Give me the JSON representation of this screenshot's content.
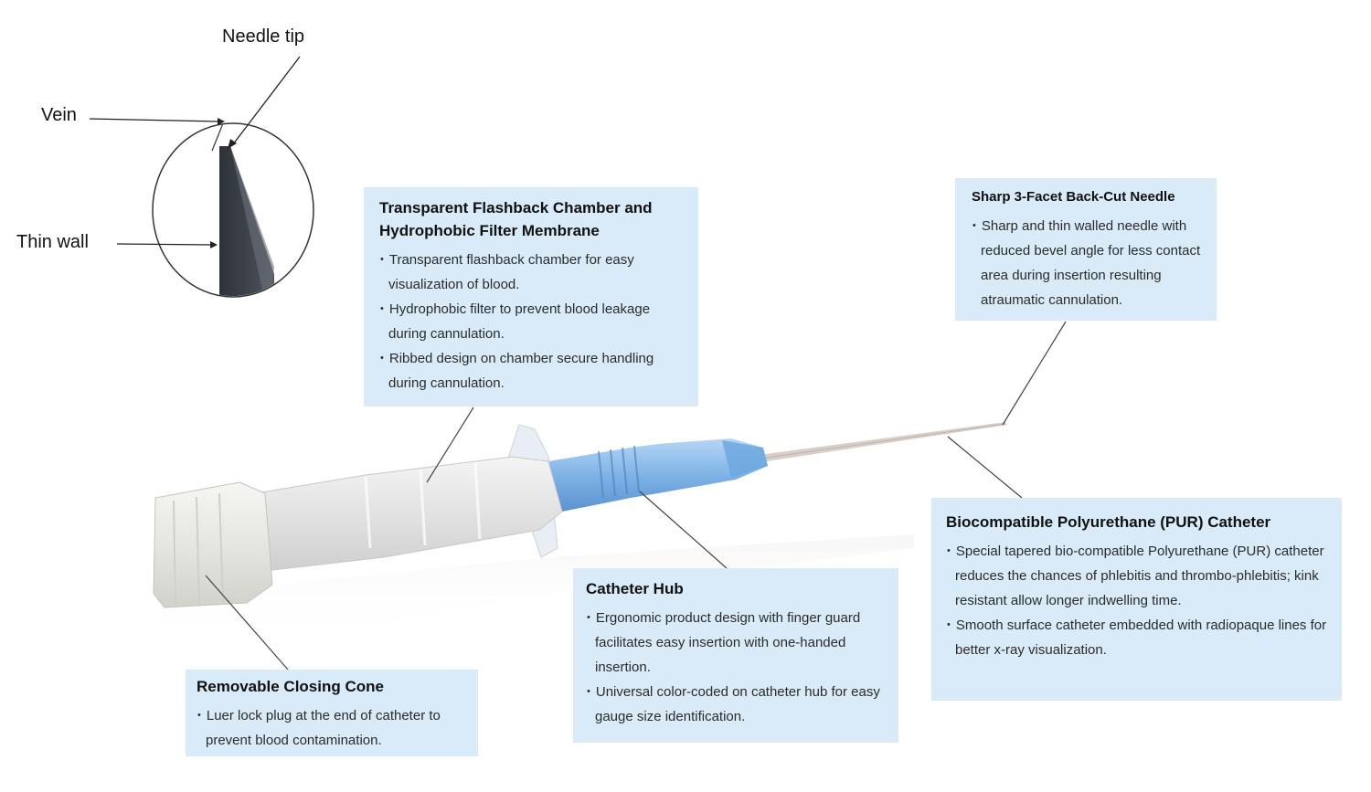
{
  "inset": {
    "needle_tip": "Needle tip",
    "vein": "Vein",
    "thin_wall": "Thin wall"
  },
  "callouts": {
    "flashback": {
      "title": "Transparent Flashback Chamber and Hydrophobic Filter Membrane",
      "items": [
        "Transparent flashback chamber for easy visualization of blood.",
        "Hydrophobic filter to prevent blood leakage during cannulation.",
        "Ribbed design on chamber secure handling during cannulation."
      ]
    },
    "needle": {
      "title": "Sharp 3-Facet Back-Cut Needle",
      "items": [
        "Sharp and thin walled needle with reduced bevel angle for less contact area during insertion resulting atraumatic cannulation."
      ]
    },
    "catheter": {
      "title": "Biocompatible Polyurethane (PUR) Catheter",
      "items": [
        "Special tapered bio-compatible Polyurethane (PUR) catheter reduces the chances of phlebitis and thrombo-phlebitis; kink resistant allow longer indwelling time.",
        "Smooth surface catheter embedded with radiopaque lines for better x-ray visualization."
      ]
    },
    "hub": {
      "title": "Catheter Hub",
      "items": [
        "Ergonomic product design with finger guard facilitates easy insertion with one-handed insertion.",
        "Universal color-coded on catheter hub for easy gauge size identification."
      ]
    },
    "cone": {
      "title": "Removable Closing Cone",
      "items": [
        "Luer lock plug at the end of catheter to prevent blood contamination."
      ]
    }
  },
  "colors": {
    "callout_bg": "#d9ebf8",
    "hub_blue": "#7fb3e6",
    "needle_dark": "#3a3f48"
  }
}
